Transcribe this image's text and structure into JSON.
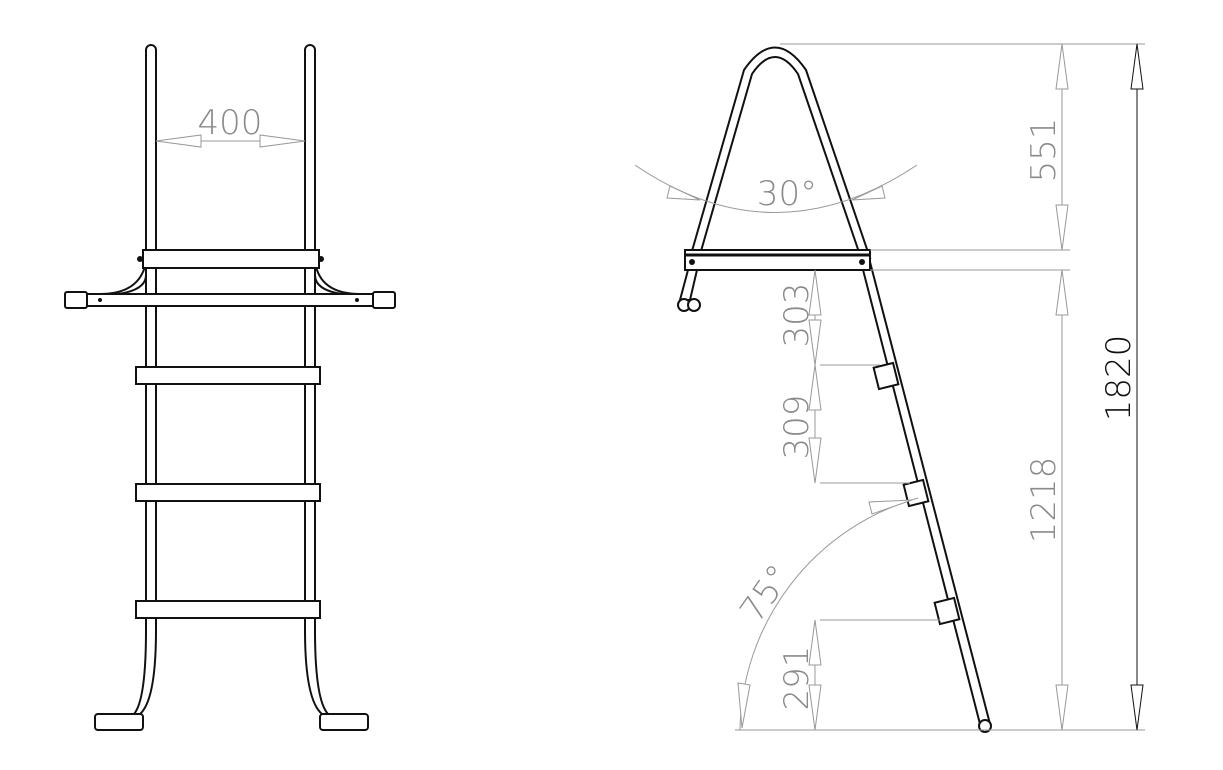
{
  "front_view": {
    "width_label": "400"
  },
  "side_view": {
    "angle_top_label": "30°",
    "angle_bottom_label": "75°",
    "dim_top_label": "551",
    "dim_step1_label": "303",
    "dim_step2_label": "309",
    "dim_bottom_step_label": "291",
    "dim_lower_label": "1218",
    "dim_total_label": "1820"
  },
  "colors": {
    "line": "#111111",
    "dimension": "#8a8a8a"
  }
}
